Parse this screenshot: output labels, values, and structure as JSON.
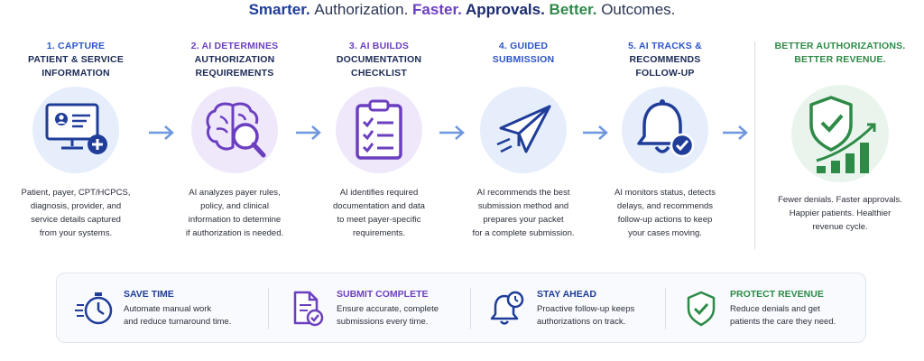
{
  "headline": {
    "w1": "Smarter.",
    "w2": "Authorization.",
    "w3": "Faster.",
    "w4": "Approvals.",
    "w5": "Better.",
    "w6": "Outcomes."
  },
  "steps": [
    {
      "num": "1. CAPTURE",
      "title": "PATIENT & SERVICE\nINFORMATION",
      "desc": "Patient, payer, CPT/HCPCS,\ndiagnosis, provider, and\nservice details captured\nfrom your systems.",
      "icon": "computer-user-icon",
      "bg": "#e6eefc"
    },
    {
      "num": "2. AI DETERMINES",
      "title": "AUTHORIZATION\nREQUIREMENTS",
      "desc": "AI analyzes payer rules,\npolicy, and clinical\ninformation to determine\nif authorization is needed.",
      "icon": "ai-brain-search-icon",
      "bg": "#efe8fb"
    },
    {
      "num": "3. AI BUILDS",
      "title": "DOCUMENTATION\nCHECKLIST",
      "desc": "AI identifies required\ndocumentation and data\nto meet payer-specific\nrequirements.",
      "icon": "clipboard-checklist-icon",
      "bg": "#efe8fb"
    },
    {
      "num": "4. GUIDED",
      "title": "SUBMISSION",
      "desc": "AI recommends the best\nsubmission method and\nprepares your packet\nfor a complete submission.",
      "icon": "paper-plane-icon",
      "bg": "#e6eefc"
    },
    {
      "num": "5. AI TRACKS &",
      "title": "RECOMMENDS\nFOLLOW-UP",
      "desc": "AI monitors status, detects\ndelays, and recommends\nfollow-up actions to keep\nyour cases moving.",
      "icon": "bell-check-icon",
      "bg": "#e6eefc"
    }
  ],
  "final": {
    "title": "BETTER AUTHORIZATIONS.\nBETTER REVENUE.",
    "desc": "Fewer denials. Faster approvals.\nHappier patients. Healthier\nrevenue cycle.",
    "icon": "shield-growth-chart-icon",
    "bg": "#e9f5ec"
  },
  "benefits": [
    {
      "title": "SAVE TIME",
      "desc": "Automate manual work\nand reduce turnaround time.",
      "icon": "stopwatch-icon",
      "color": "#1f3d99"
    },
    {
      "title": "SUBMIT COMPLETE",
      "desc": "Ensure accurate, complete\nsubmissions every time.",
      "icon": "document-check-icon",
      "color": "#6b3fbf"
    },
    {
      "title": "STAY AHEAD",
      "desc": "Proactive follow-up keeps\nauthorizations on track.",
      "icon": "bell-clock-icon",
      "color": "#1f3d99"
    },
    {
      "title": "PROTECT REVENUE",
      "desc": "Reduce denials and get\npatients the care they need.",
      "icon": "shield-check-icon",
      "color": "#2d8a47"
    }
  ],
  "colors": {
    "blue": "#1f3d99",
    "purple": "#6b3fbf",
    "green": "#2d8a47",
    "arrow": "#6f97de"
  }
}
